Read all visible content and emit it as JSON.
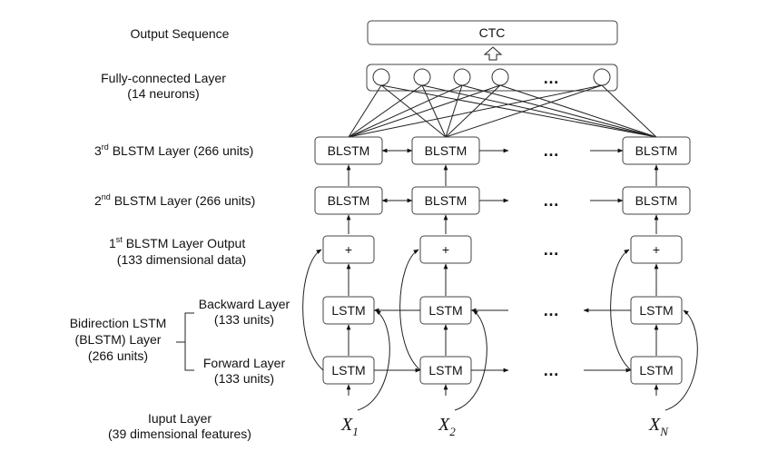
{
  "labels": {
    "output_sequence": "Output Sequence",
    "fc_layer_line1": "Fully-connected Layer",
    "fc_layer_line2": "(14 neurons)",
    "blstm3_num": "3",
    "blstm3_sup": "rd",
    "blstm3_rest": " BLSTM Layer (266 units)",
    "blstm2_num": "2",
    "blstm2_sup": "nd",
    "blstm2_rest": " BLSTM Layer (266 units)",
    "blstm1_num": "1",
    "blstm1_sup": "st",
    "blstm1_rest": " BLSTM Layer Output",
    "blstm1_line2": "(133 dimensional data)",
    "backward_line1": "Backward Layer",
    "backward_line2": "(133 units)",
    "forward_line1": "Forward Layer",
    "forward_line2": "(133 units)",
    "bidir_line1": "Bidirection LSTM",
    "bidir_line2": "(BLSTM) Layer",
    "bidir_line3": "(266 units)",
    "input_line1": "Iuput Layer",
    "input_line2": "(39 dimensional features)"
  },
  "nodes": {
    "ctc": "CTC",
    "blstm": "BLSTM",
    "lstm": "LSTM",
    "plus": "+",
    "ellipsis": "…"
  },
  "inputs": [
    {
      "var": "X",
      "sub": "1"
    },
    {
      "var": "X",
      "sub": "2"
    },
    {
      "var": "X",
      "sub": "N"
    }
  ],
  "icons": {
    "up-arrow": "hollow-up-arrow-icon"
  }
}
